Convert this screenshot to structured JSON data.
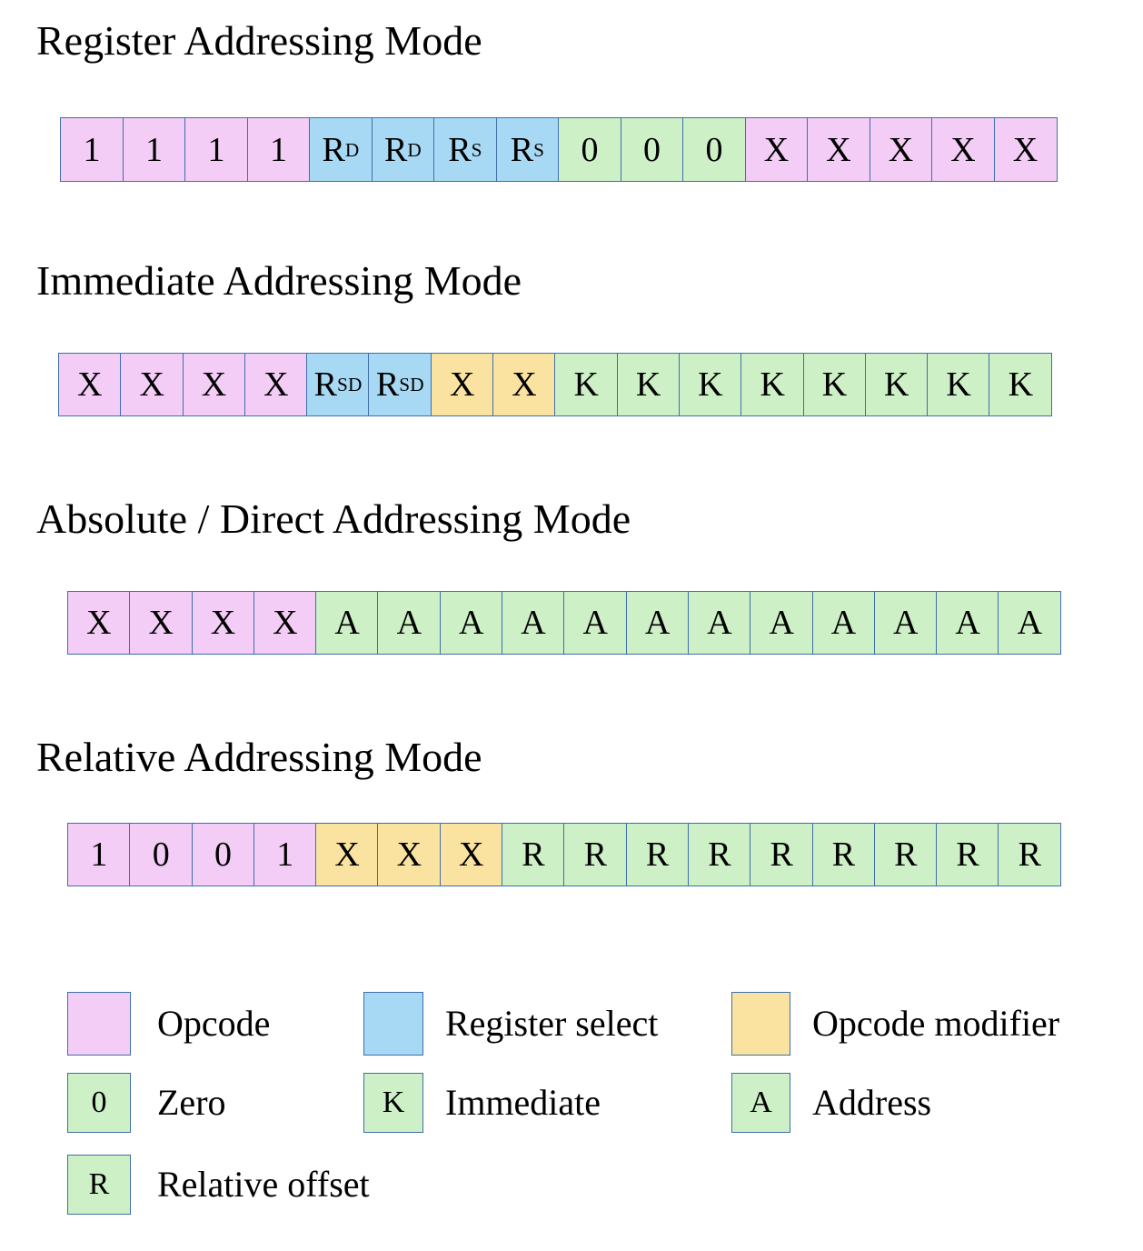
{
  "palette": {
    "opcode": "#f3cdf6",
    "register_select": "#a8d9f4",
    "opcode_modifier": "#fae3a0",
    "green_field": "#cdf0c6",
    "cell_border": "#3f6fa8",
    "background": "#ffffff",
    "text": "#000000"
  },
  "sections": [
    {
      "title": "Register Addressing Mode",
      "cells": [
        {
          "text": "1",
          "kind": "opcode"
        },
        {
          "text": "1",
          "kind": "opcode"
        },
        {
          "text": "1",
          "kind": "opcode"
        },
        {
          "text": "1",
          "kind": "opcode"
        },
        {
          "text": "R",
          "sub": "D",
          "kind": "register_select"
        },
        {
          "text": "R",
          "sub": "D",
          "kind": "register_select"
        },
        {
          "text": "R",
          "sub": "S",
          "kind": "register_select"
        },
        {
          "text": "R",
          "sub": "S",
          "kind": "register_select"
        },
        {
          "text": "0",
          "kind": "green_field"
        },
        {
          "text": "0",
          "kind": "green_field"
        },
        {
          "text": "0",
          "kind": "green_field"
        },
        {
          "text": "X",
          "kind": "opcode"
        },
        {
          "text": "X",
          "kind": "opcode"
        },
        {
          "text": "X",
          "kind": "opcode"
        },
        {
          "text": "X",
          "kind": "opcode"
        },
        {
          "text": "X",
          "kind": "opcode"
        }
      ]
    },
    {
      "title": "Immediate Addressing Mode",
      "cells": [
        {
          "text": "X",
          "kind": "opcode"
        },
        {
          "text": "X",
          "kind": "opcode"
        },
        {
          "text": "X",
          "kind": "opcode"
        },
        {
          "text": "X",
          "kind": "opcode"
        },
        {
          "text": "R",
          "sub": "SD",
          "kind": "register_select"
        },
        {
          "text": "R",
          "sub": "SD",
          "kind": "register_select"
        },
        {
          "text": "X",
          "kind": "opcode_modifier"
        },
        {
          "text": "X",
          "kind": "opcode_modifier"
        },
        {
          "text": "K",
          "kind": "green_field"
        },
        {
          "text": "K",
          "kind": "green_field"
        },
        {
          "text": "K",
          "kind": "green_field"
        },
        {
          "text": "K",
          "kind": "green_field"
        },
        {
          "text": "K",
          "kind": "green_field"
        },
        {
          "text": "K",
          "kind": "green_field"
        },
        {
          "text": "K",
          "kind": "green_field"
        },
        {
          "text": "K",
          "kind": "green_field"
        }
      ]
    },
    {
      "title": "Absolute / Direct Addressing Mode",
      "cells": [
        {
          "text": "X",
          "kind": "opcode"
        },
        {
          "text": "X",
          "kind": "opcode"
        },
        {
          "text": "X",
          "kind": "opcode"
        },
        {
          "text": "X",
          "kind": "opcode"
        },
        {
          "text": "A",
          "kind": "green_field"
        },
        {
          "text": "A",
          "kind": "green_field"
        },
        {
          "text": "A",
          "kind": "green_field"
        },
        {
          "text": "A",
          "kind": "green_field"
        },
        {
          "text": "A",
          "kind": "green_field"
        },
        {
          "text": "A",
          "kind": "green_field"
        },
        {
          "text": "A",
          "kind": "green_field"
        },
        {
          "text": "A",
          "kind": "green_field"
        },
        {
          "text": "A",
          "kind": "green_field"
        },
        {
          "text": "A",
          "kind": "green_field"
        },
        {
          "text": "A",
          "kind": "green_field"
        },
        {
          "text": "A",
          "kind": "green_field"
        }
      ]
    },
    {
      "title": "Relative Addressing Mode",
      "cells": [
        {
          "text": "1",
          "kind": "opcode"
        },
        {
          "text": "0",
          "kind": "opcode"
        },
        {
          "text": "0",
          "kind": "opcode"
        },
        {
          "text": "1",
          "kind": "opcode"
        },
        {
          "text": "X",
          "kind": "opcode_modifier"
        },
        {
          "text": "X",
          "kind": "opcode_modifier"
        },
        {
          "text": "X",
          "kind": "opcode_modifier"
        },
        {
          "text": "R",
          "kind": "green_field"
        },
        {
          "text": "R",
          "kind": "green_field"
        },
        {
          "text": "R",
          "kind": "green_field"
        },
        {
          "text": "R",
          "kind": "green_field"
        },
        {
          "text": "R",
          "kind": "green_field"
        },
        {
          "text": "R",
          "kind": "green_field"
        },
        {
          "text": "R",
          "kind": "green_field"
        },
        {
          "text": "R",
          "kind": "green_field"
        },
        {
          "text": "R",
          "kind": "green_field"
        }
      ]
    }
  ],
  "legend": [
    {
      "label": "Opcode",
      "kind": "opcode",
      "symbol": ""
    },
    {
      "label": "Register select",
      "kind": "register_select",
      "symbol": ""
    },
    {
      "label": "Opcode modifier",
      "kind": "opcode_modifier",
      "symbol": ""
    },
    {
      "label": "Zero",
      "kind": "green_field",
      "symbol": "0"
    },
    {
      "label": "Immediate",
      "kind": "green_field",
      "symbol": "K"
    },
    {
      "label": "Address",
      "kind": "green_field",
      "symbol": "A"
    },
    {
      "label": "Relative offset",
      "kind": "green_field",
      "symbol": "R"
    }
  ]
}
